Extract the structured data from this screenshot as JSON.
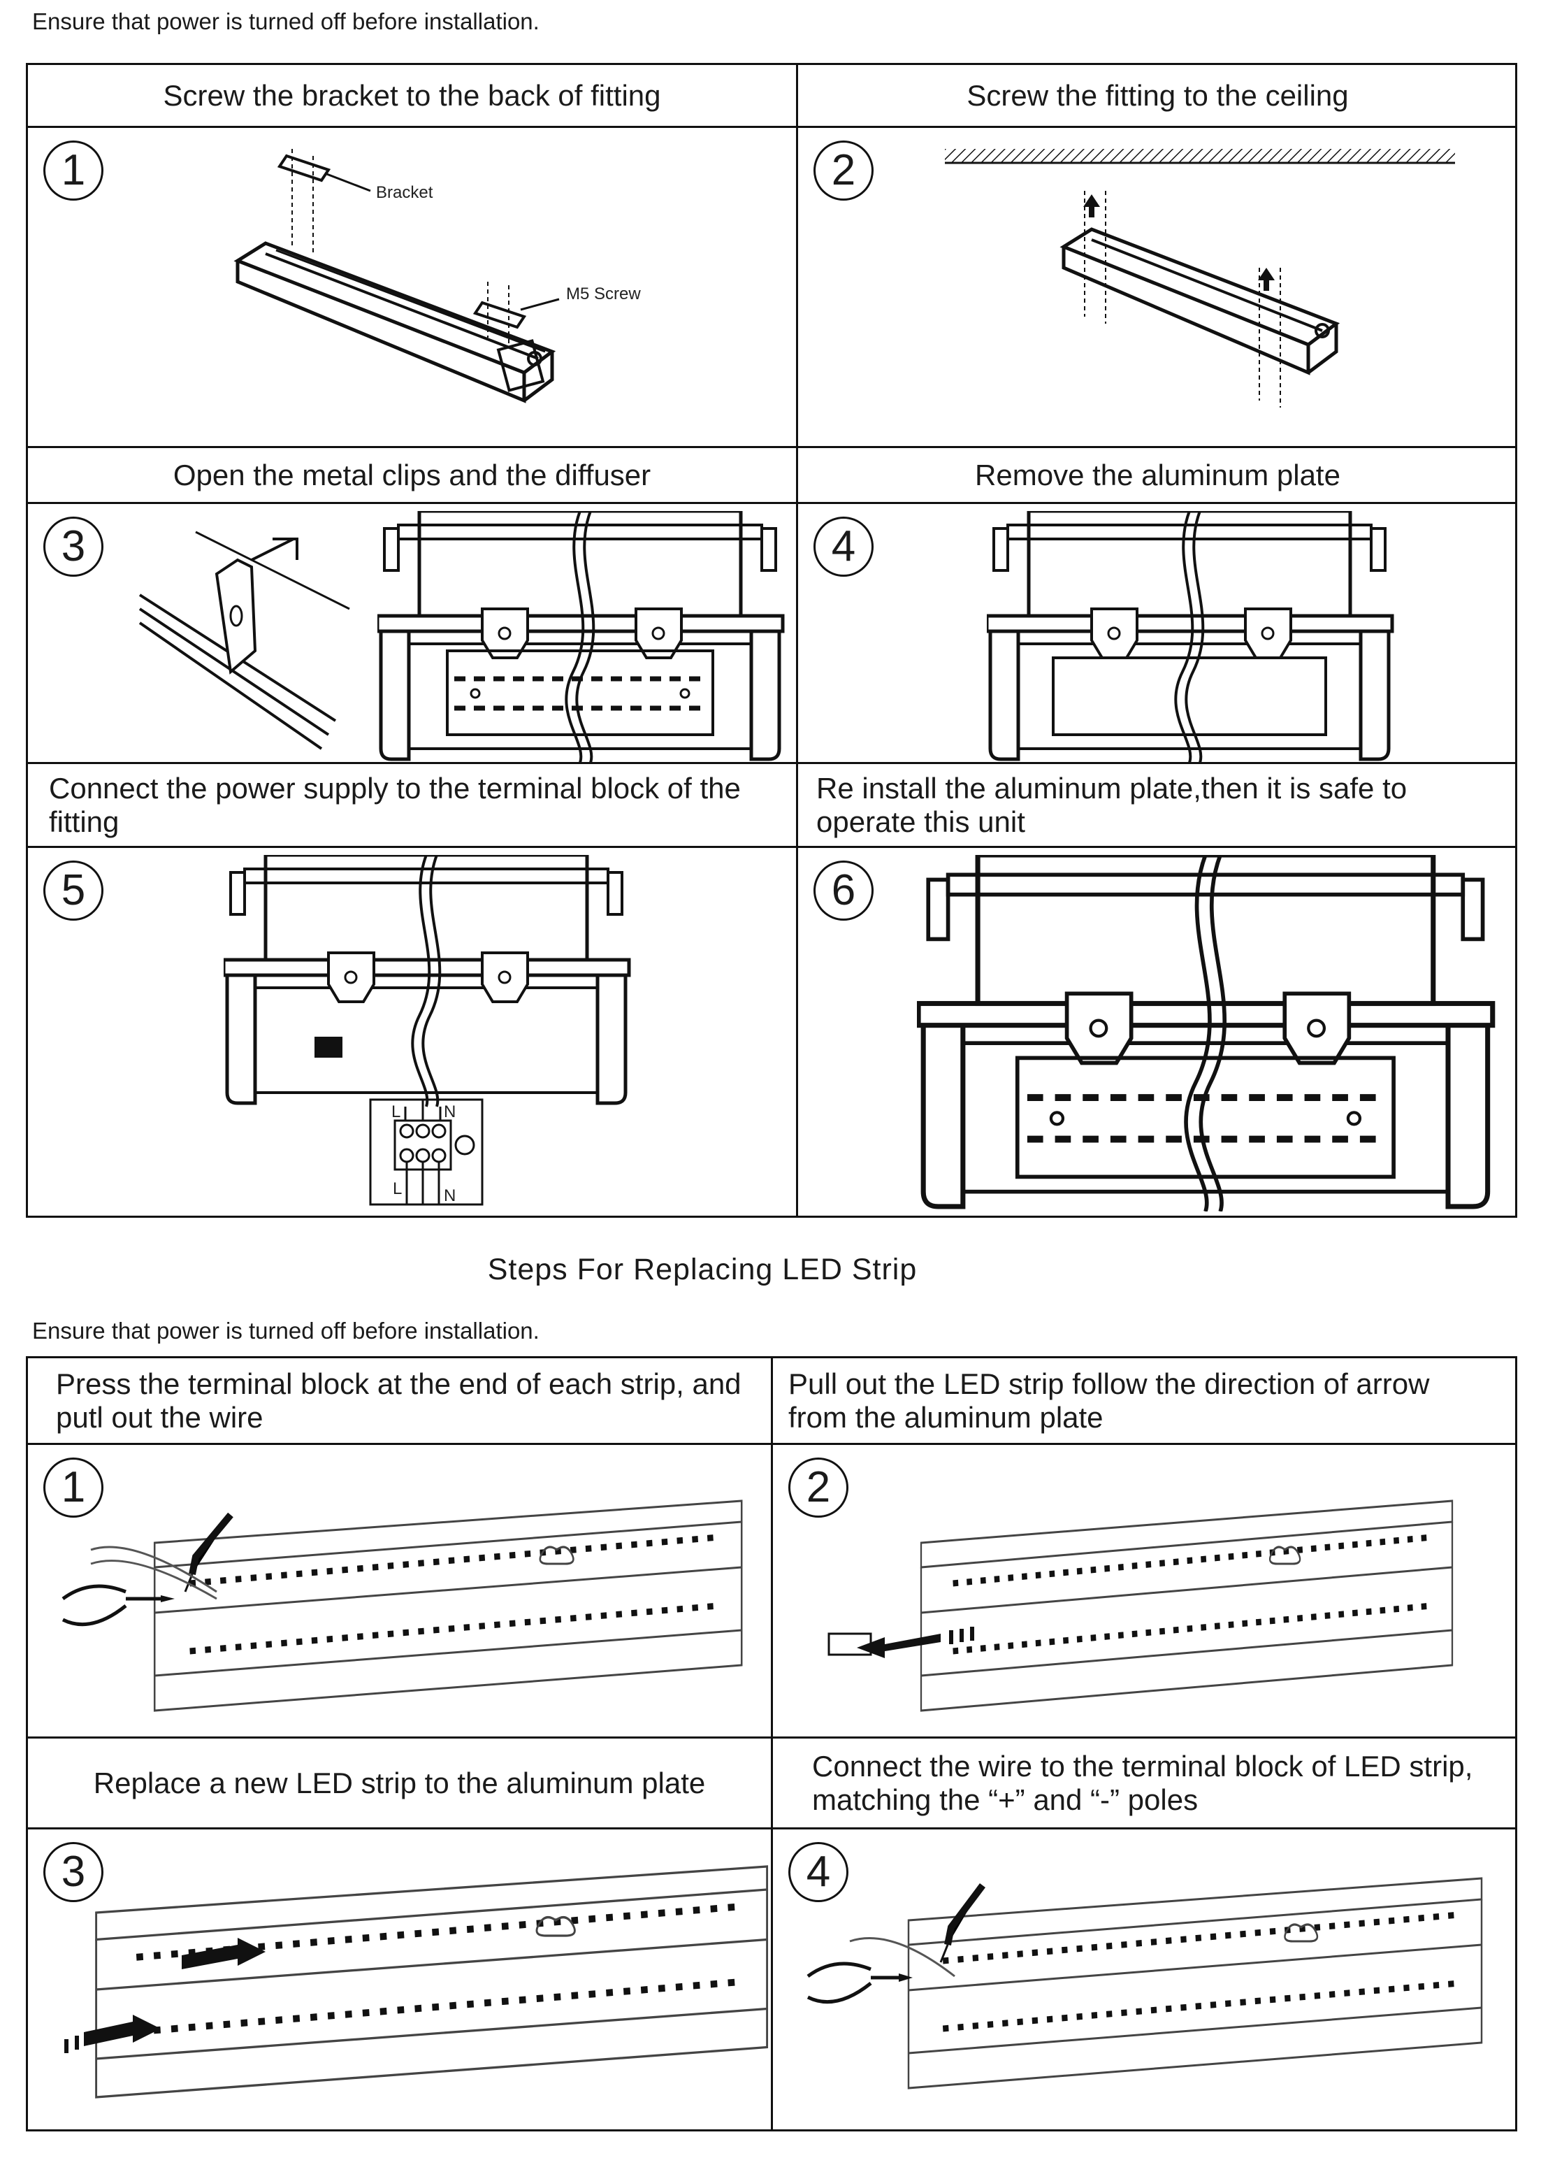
{
  "note_top": "Ensure that power is turned off before installation.",
  "install_steps": [
    {
      "number": "1",
      "title": "Screw the bracket to the back of fitting",
      "labels": {
        "bracket": "Bracket",
        "screw": "M5 Screw"
      }
    },
    {
      "number": "2",
      "title": "Screw the fitting to the ceiling"
    },
    {
      "number": "3",
      "title": "Open the metal clips and the diffuser"
    },
    {
      "number": "4",
      "title": "Remove the aluminum plate"
    },
    {
      "number": "5",
      "title": "Connect  the power supply to the terminal block of the fitting",
      "labels": {
        "l": "L",
        "n": "N"
      }
    },
    {
      "number": "6",
      "title": "Re install the aluminum plate,then it is safe to operate this unit"
    }
  ],
  "section_heading": "Steps For Replacing LED Strip",
  "note_bottom": "Ensure that power is turned off before installation.",
  "strip_steps": [
    {
      "number": "1",
      "title": "Press the terminal block at the end of each strip, and putl out the wire"
    },
    {
      "number": "2",
      "title": "Pull out the LED strip follow the direction of arrow from the aluminum plate"
    },
    {
      "number": "3",
      "title": "Replace a new LED strip to the aluminum plate"
    },
    {
      "number": "4",
      "title": "Connect the wire to the terminal block of LED strip, matching the “+” and “-” poles"
    }
  ]
}
